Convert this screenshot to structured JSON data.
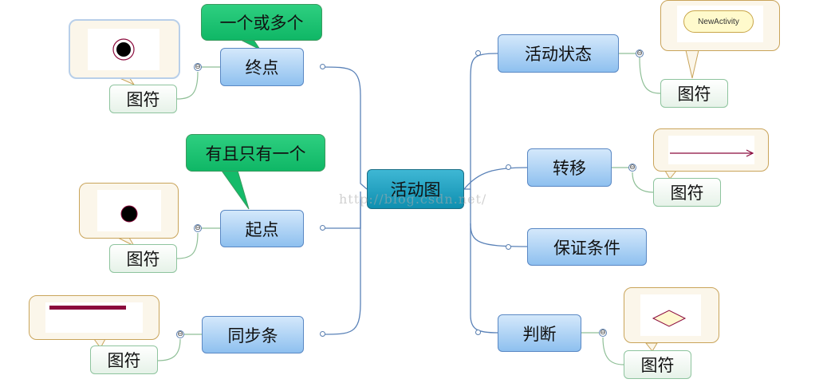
{
  "root": {
    "label": "活动图"
  },
  "left_branches": [
    {
      "label": "终点",
      "note": "一个或多个",
      "tag": "图符",
      "icon": "bullseye-end-node-icon"
    },
    {
      "label": "起点",
      "note": "有且只有一个",
      "tag": "图符",
      "icon": "filled-start-node-icon"
    },
    {
      "label": "同步条",
      "tag": "图符",
      "icon": "sync-bar-icon"
    }
  ],
  "right_branches": [
    {
      "label": "活动状态",
      "tag": "图符",
      "icon_label": "NewActivity"
    },
    {
      "label": "转移",
      "tag": "图符",
      "icon": "transition-arrow-icon"
    },
    {
      "label": "保证条件"
    },
    {
      "label": "判断",
      "tag": "图符",
      "icon": "decision-diamond-icon"
    }
  ],
  "watermark": "http://blog.csdn.net/",
  "collapse_symbol": "⊖",
  "colors": {
    "node_fill": "#8ec0ef",
    "root_fill": "#0f8fb0",
    "callout_green": "#0fb766",
    "connector": "#5a7fb0",
    "sync_bar": "#8b0a3c"
  }
}
